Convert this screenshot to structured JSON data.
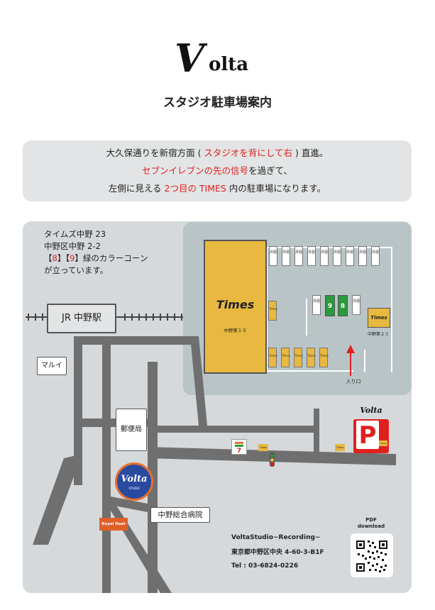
{
  "header": {
    "logo_initial": "V",
    "logo_rest": "olta",
    "title": "スタジオ駐車場案内"
  },
  "directions": {
    "line1_a": "大久保通りを新宿方面 (",
    "line1_red": " スタジオを背にして右 ",
    "line1_b": ") 直進。",
    "line2_red": "セブンイレブンの先の信号",
    "line2_b": "を過ぎて、",
    "line3_a": "左側に見える ",
    "line3_red": "2つ目の TIMES",
    "line3_b": " 内の駐車場になります。"
  },
  "map": {
    "address_block": {
      "line1": "タイムズ中野 23",
      "line2": "中野区中野 2-2",
      "line3_b1": "【",
      "line3_n1": "8",
      "line3_b2": "】【",
      "line3_n2": "9",
      "line3_b3": "】緑のカラーコーン",
      "line4": "が立っています。"
    },
    "landmarks": {
      "station": "JR 中野駅",
      "marui": "マルイ",
      "post_office": "郵便局",
      "hospital": "中野総合病院",
      "royal_host": "Royal Host",
      "studio_logo": "Volta",
      "studio_sub": "STUDIO"
    },
    "parking": {
      "times_logo": "Times",
      "times_lot_label": "中野第１０",
      "times_sign": "Times",
      "times_sign_label": "中野第２３",
      "slot_label": "月極",
      "slot_label_times": "Times",
      "green_slots": [
        "9",
        "8"
      ],
      "entrance": "入り口",
      "p_letter": "P",
      "p_brand": "Volta",
      "p_times": "Times"
    },
    "stores": {
      "store1": "Times",
      "store2": "Times"
    }
  },
  "studio": {
    "name": "VoltaStudio~Recording~",
    "address": "東京都中野区中央 4-60-3-B1F",
    "tel": "Tel : 03-6824-0226"
  },
  "pdf": {
    "line1": "PDF",
    "line2": "download"
  },
  "colors": {
    "accent_red": "#e0201e",
    "times_yellow": "#e8b840",
    "cone_green": "#2a9a3d",
    "panel_gray": "#e2e4e5",
    "map_gray": "#d5d9db",
    "lot_gray": "#b9c4c7"
  }
}
